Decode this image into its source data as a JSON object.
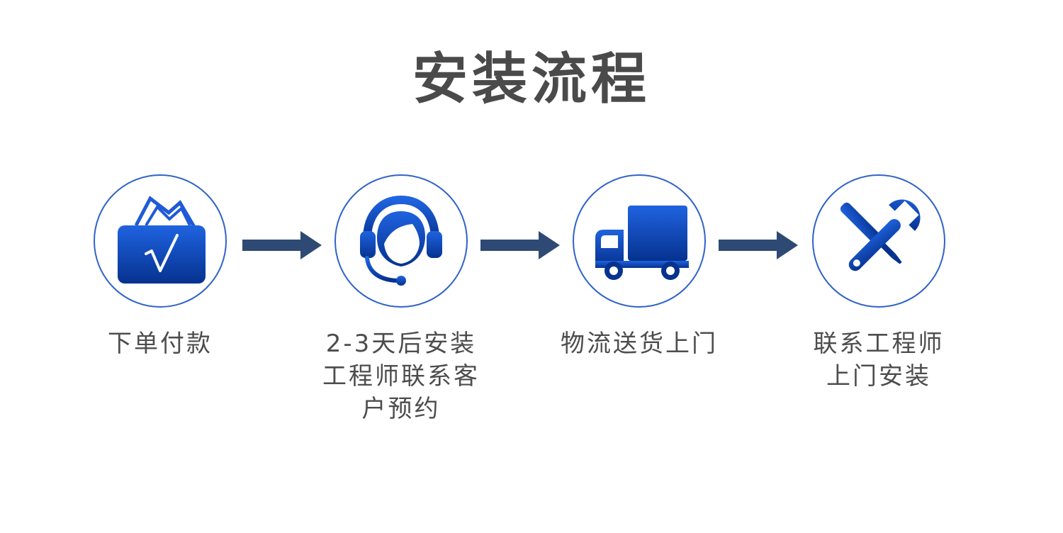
{
  "title": "安装流程",
  "colors": {
    "accent_light": "#1f63e0",
    "accent_dark": "#06328f",
    "arrow": "#2e4a74",
    "circle_border": "#2f63c8",
    "text": "#4d4d4d"
  },
  "steps": [
    {
      "icon": "wallet-check-icon",
      "lines": [
        "下单付款"
      ]
    },
    {
      "icon": "headset-agent-icon",
      "lines": [
        "2-3天后安装",
        "工程师联系客",
        "户预约"
      ]
    },
    {
      "icon": "delivery-truck-icon",
      "lines": [
        "物流送货上门"
      ]
    },
    {
      "icon": "tools-icon",
      "lines": [
        "联系工程师",
        "上门安装"
      ]
    }
  ]
}
